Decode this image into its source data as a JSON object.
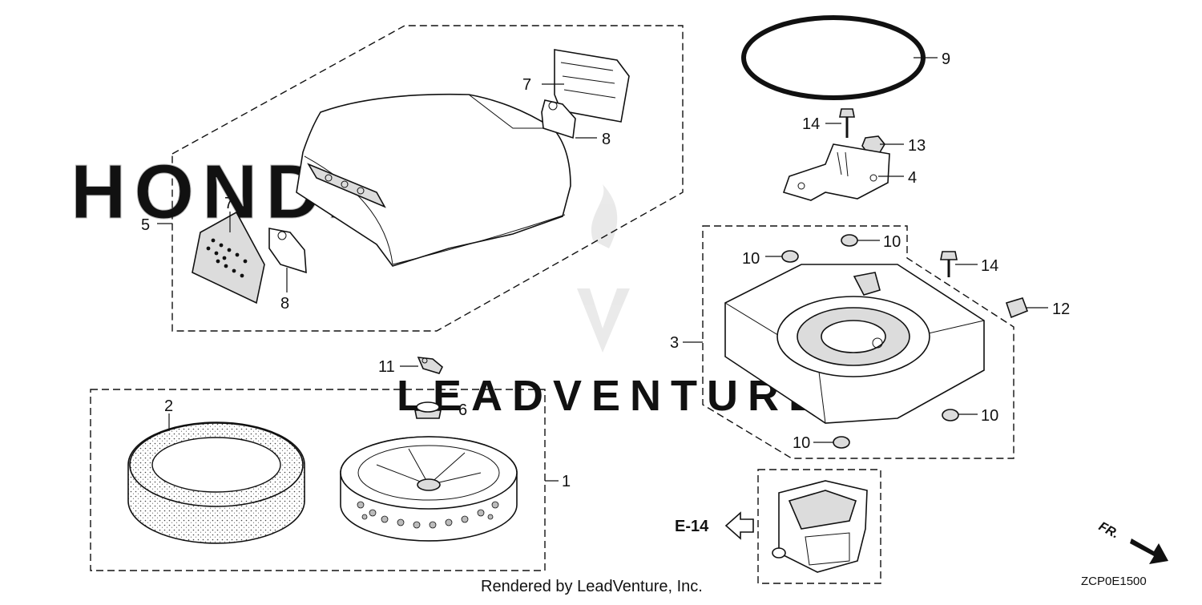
{
  "diagram": {
    "watermark_text": "HONDA",
    "watermark_brand": "LEADVENTURE",
    "footer": "Rendered by LeadVenture, Inc.",
    "diagram_code": "ZCP0E1500",
    "reference": "E-14",
    "direction": "FR.",
    "callouts": {
      "c1": "1",
      "c2": "2",
      "c3": "3",
      "c4": "4",
      "c5": "5",
      "c6": "6",
      "c7a": "7",
      "c7b": "7",
      "c8a": "8",
      "c8b": "8",
      "c9": "9",
      "c10a": "10",
      "c10b": "10",
      "c10c": "10",
      "c10d": "10",
      "c11": "11",
      "c12": "12",
      "c13": "13",
      "c14a": "14",
      "c14b": "14"
    }
  }
}
